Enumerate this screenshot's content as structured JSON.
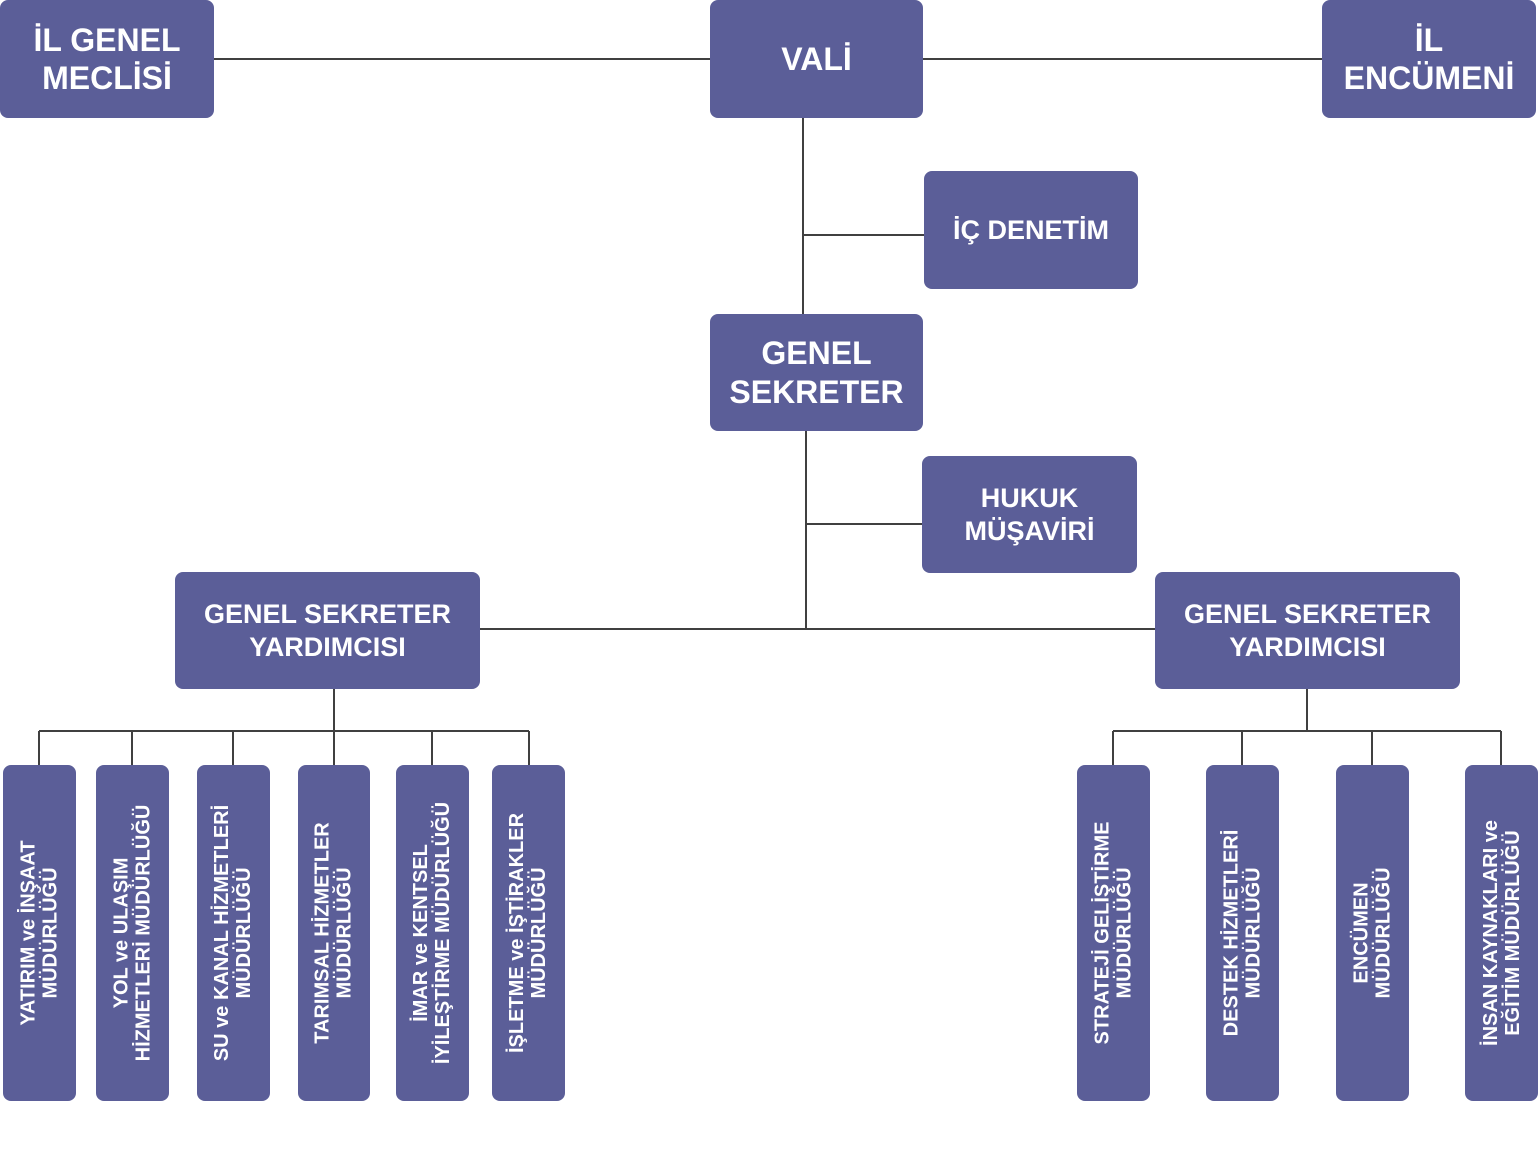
{
  "colors": {
    "box": "#5b5e98",
    "line": "#404040",
    "text": "#ffffff"
  },
  "top": {
    "il_genel_meclisi": [
      "İL GENEL",
      "MECLİSİ"
    ],
    "vali": [
      "VALİ"
    ],
    "il_encumeni": [
      "İL",
      "ENCÜMENİ"
    ]
  },
  "ic_denetim": [
    "İÇ DENETİM"
  ],
  "genel_sekreter": [
    "GENEL",
    "SEKRETER"
  ],
  "hukuk_musaviri": [
    "HUKUK",
    "MÜŞAVİRİ"
  ],
  "yardimci_left": [
    "GENEL SEKRETER",
    "YARDIMCISI"
  ],
  "yardimci_right": [
    "GENEL SEKRETER",
    "YARDIMCISI"
  ],
  "left_units": [
    [
      "YATIRIM ve İNŞAAT",
      "MÜDÜRLÜĞÜ"
    ],
    [
      "YOL ve ULAŞIM",
      "HİZMETLERİ MÜDÜRLÜĞÜ"
    ],
    [
      "SU ve KANAL HİZMETLERİ",
      "MÜDÜRLÜĞÜ"
    ],
    [
      "TARIMSAL HİZMETLER",
      "MÜDÜRLÜĞÜ"
    ],
    [
      "İMAR ve KENTSEL",
      "İYİLEŞTİRME MÜDÜRLÜĞÜ"
    ],
    [
      "İŞLETME ve İŞTİRAKLER",
      "MÜDÜRLÜĞÜ"
    ]
  ],
  "right_units": [
    [
      "STRATEJİ GELİŞTİRME",
      "MÜDÜRLÜĞÜ"
    ],
    [
      "DESTEK HİZMETLERİ",
      "MÜDÜRLÜĞÜ"
    ],
    [
      "ENCÜMEN",
      "MÜDÜRLÜĞÜ"
    ],
    [
      "İNSAN KAYNAKLARI ve",
      "EĞİTİM MÜDÜRLÜĞÜ"
    ]
  ]
}
